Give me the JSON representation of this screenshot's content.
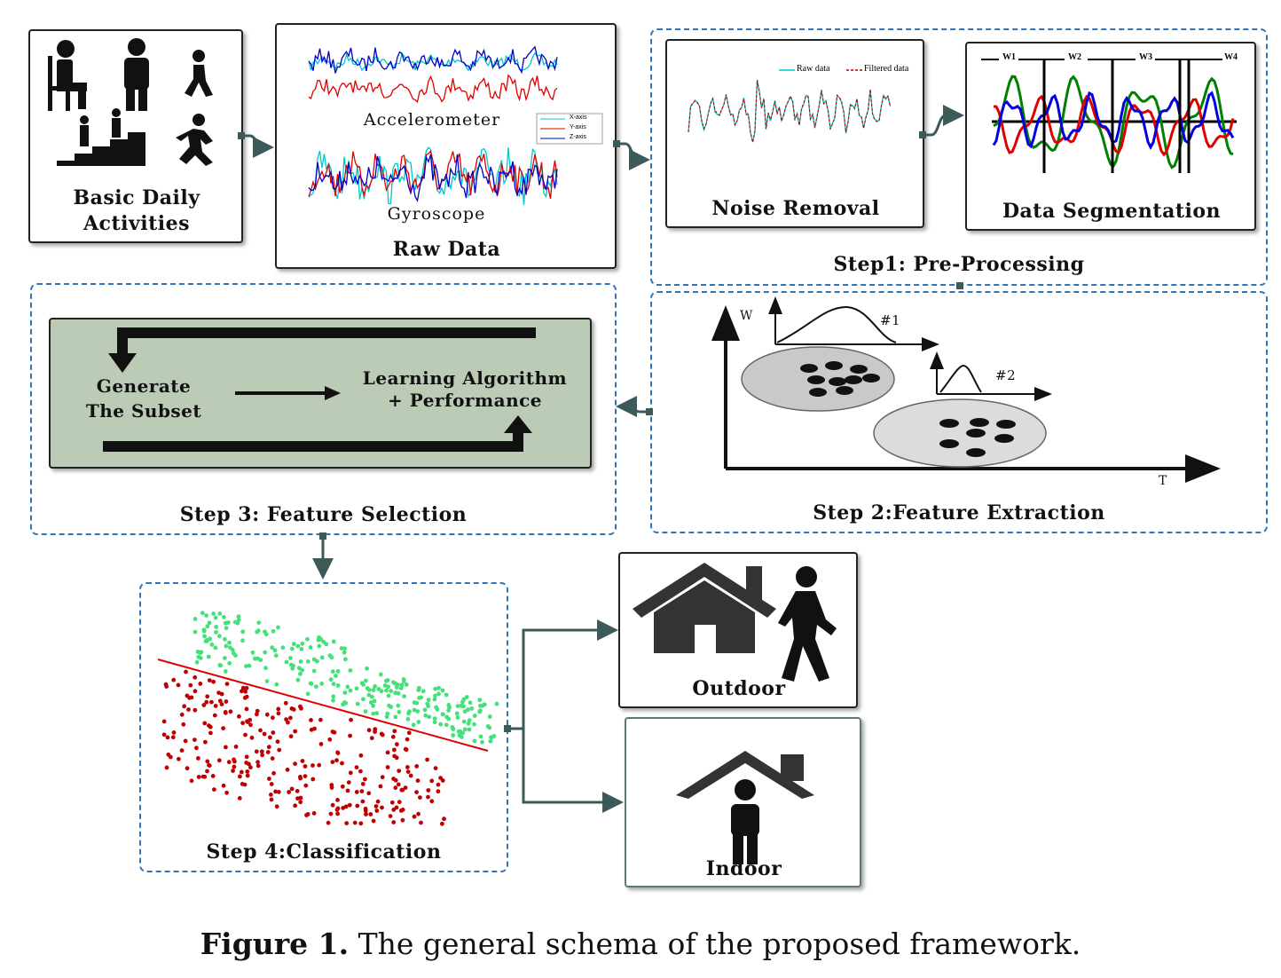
{
  "activities": {
    "line1": "Basic Daily",
    "line2": "Activities"
  },
  "raw_data": {
    "title": "Raw Data",
    "accelerometer": "Accelerometer",
    "gyroscope": "Gyroscope",
    "legend": [
      "X-axis",
      "Y-axis",
      "Z-axis"
    ]
  },
  "step1": {
    "title": "Step1: Pre-Processing",
    "noise_removal": "Noise Removal",
    "data_segmentation": "Data Segmentation",
    "legend_raw": "Raw data",
    "legend_filtered": "Filtered data",
    "windows": [
      "W1",
      "W2",
      "W3",
      "W4"
    ]
  },
  "step2": {
    "title": "Step 2:Feature Extraction",
    "y_label": "W",
    "x_label": "T",
    "peak1": "#1",
    "peak2": "#2"
  },
  "step3": {
    "title": "Step 3: Feature Selection",
    "generate_line1": "Generate",
    "generate_line2": "The Subset",
    "learning_line1": "Learning Algorithm",
    "learning_line2": "+ Performance"
  },
  "step4": {
    "title": "Step 4:Classification"
  },
  "outdoor": {
    "label": "Outdoor"
  },
  "indoor": {
    "label": "Indoor"
  },
  "caption": {
    "bold": "Figure 1.",
    "text": " The general schema of the proposed framework."
  },
  "colors": {
    "dash": "#2e75b6",
    "connector": "#3d5a5a",
    "panel_green": "#bccbb5",
    "x_axis": "#00c8c8",
    "y_axis": "#e00000",
    "z_axis": "#0000c8",
    "seg_green": "#008000",
    "class_green": "#44e07a",
    "class_red": "#c00000"
  }
}
